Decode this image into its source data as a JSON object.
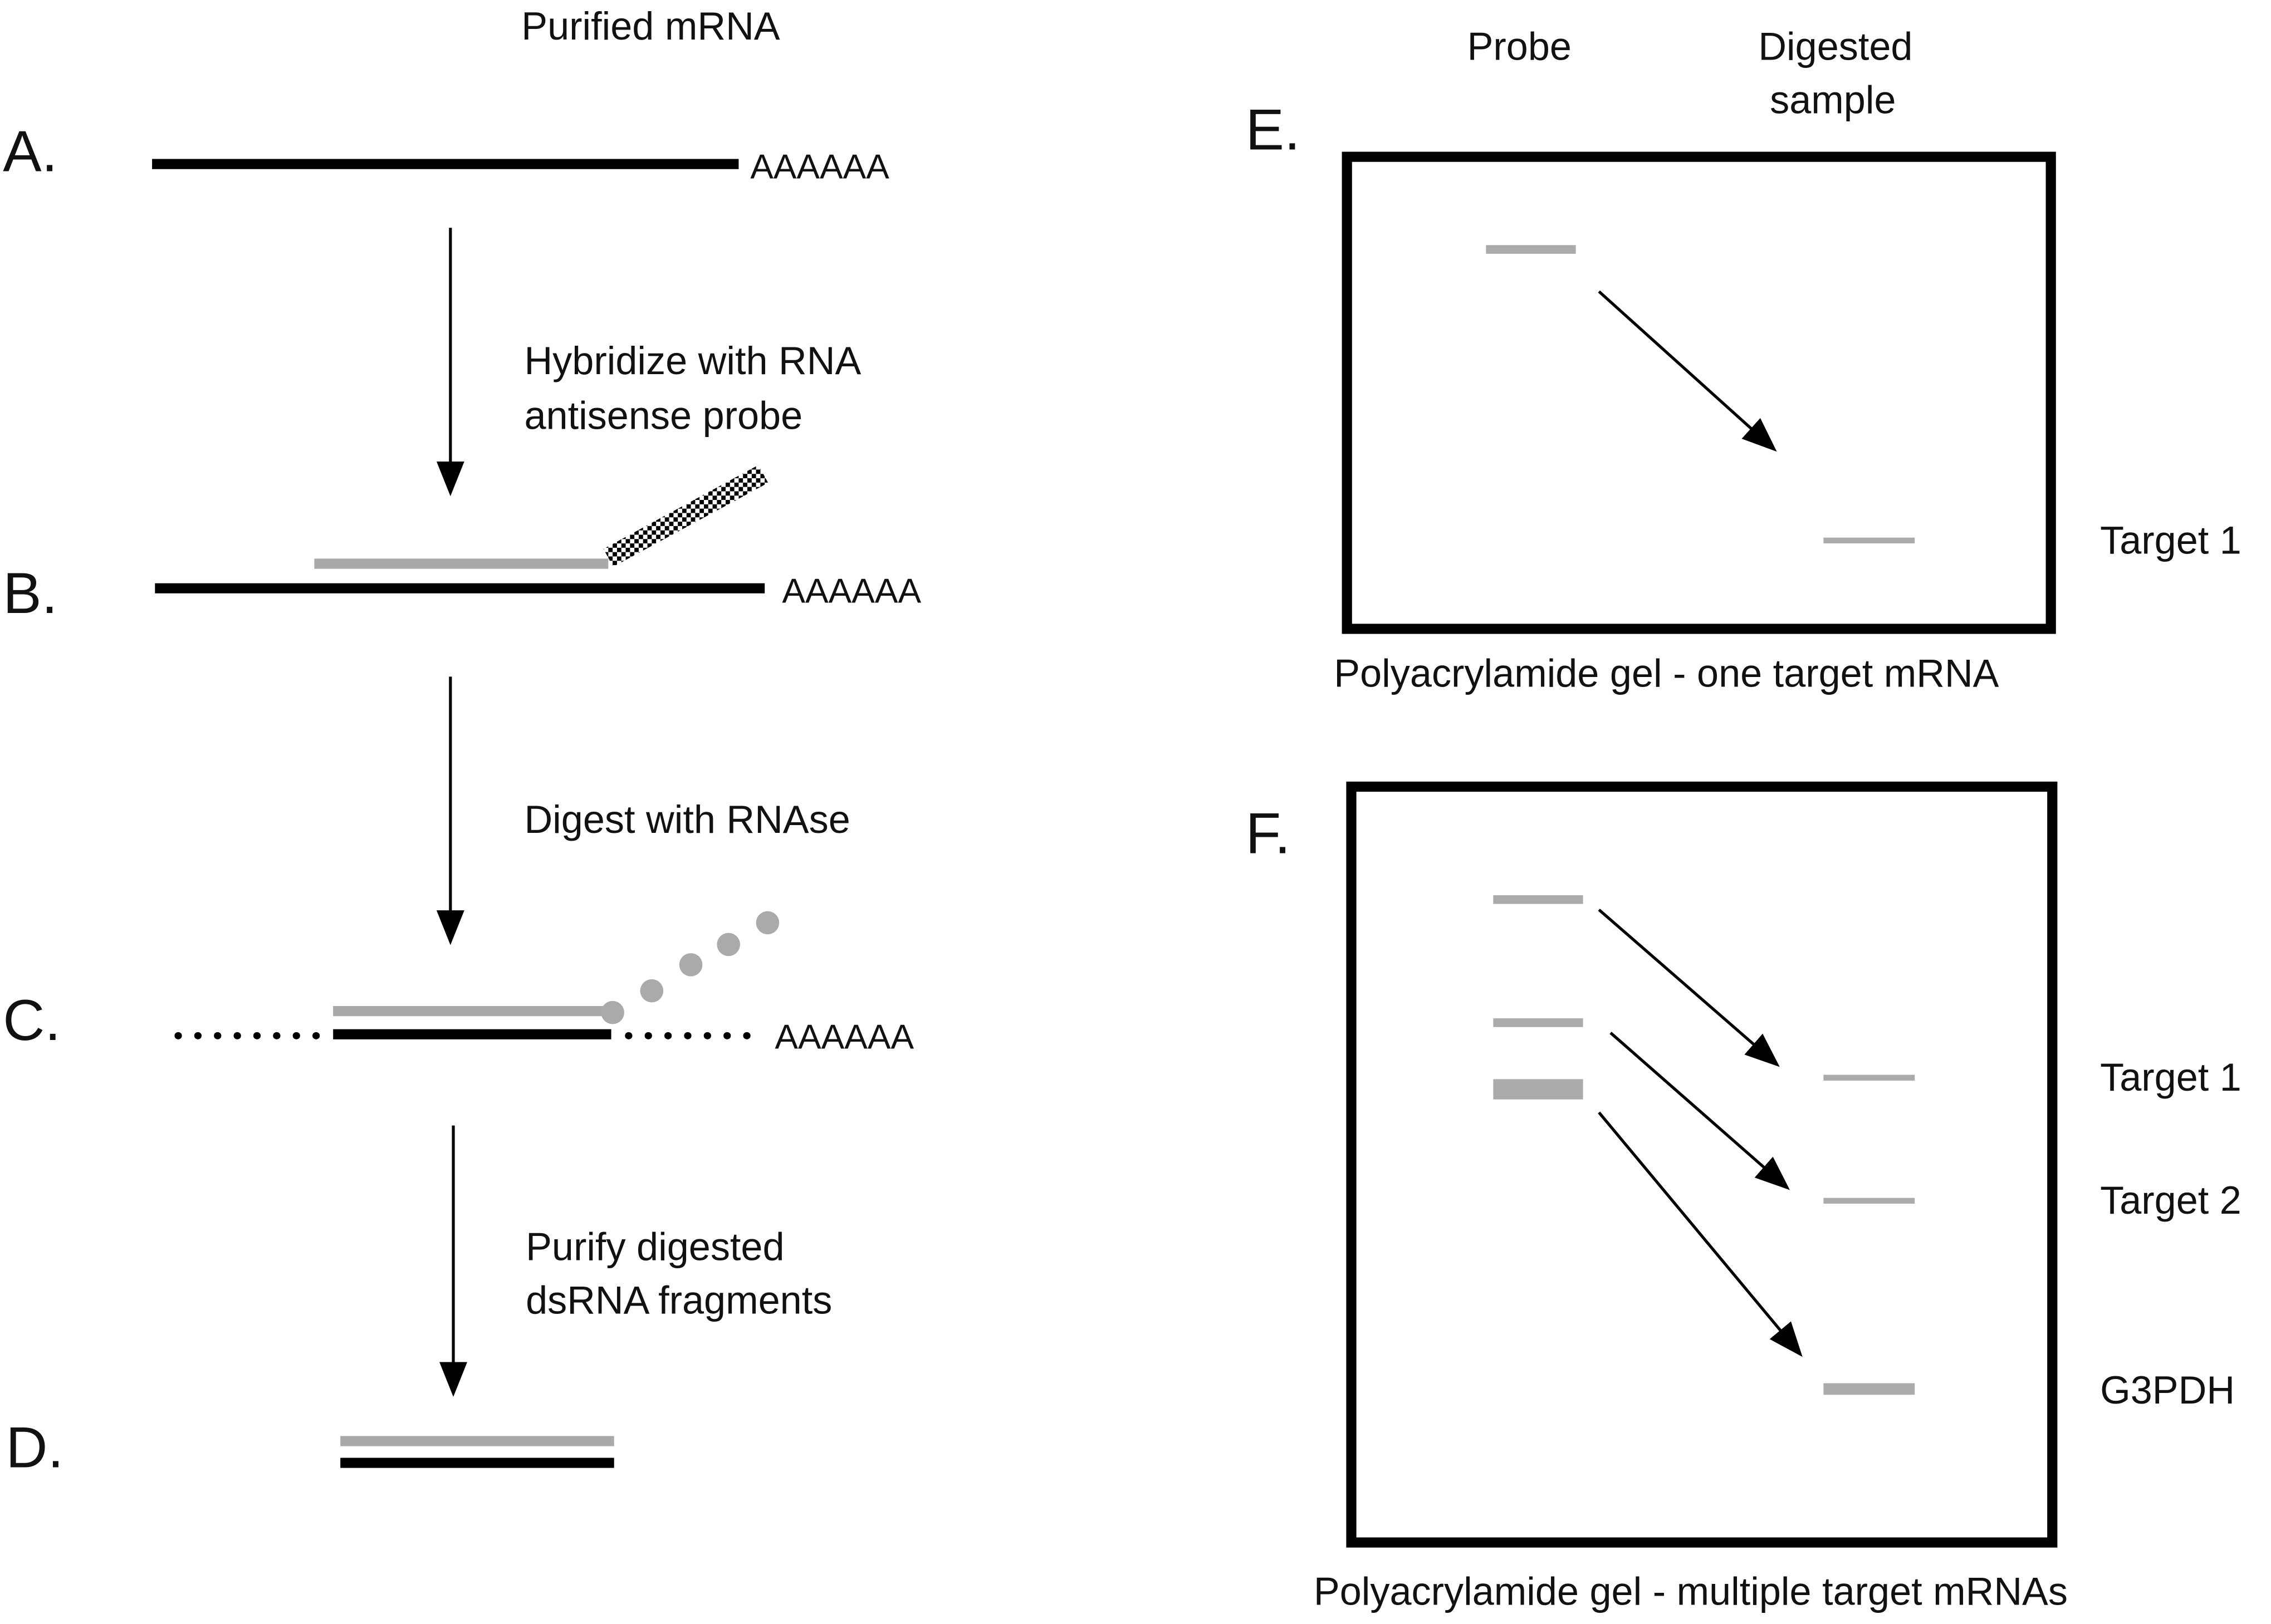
{
  "colors": {
    "mrna": "#000000",
    "probe": "#a9a9a9",
    "gel_border": "#000000",
    "band": "#ababab",
    "text": "#111111"
  },
  "left_panel": {
    "header": "Purified mRNA",
    "steps": [
      {
        "letter": "A.",
        "description": "mRNA strand with poly-A tail",
        "polyA": "AAAAAA"
      },
      {
        "letter": "B.",
        "description": "mRNA hybridized with labeled antisense probe",
        "polyA": "AAAAAA"
      },
      {
        "letter": "C.",
        "description": "Single-stranded regions digested",
        "polyA": "AAAAAA"
      },
      {
        "letter": "D.",
        "description": "Protected dsRNA fragment"
      }
    ],
    "transitions": [
      {
        "lines": [
          "Hybridize with RNA",
          "antisense probe"
        ]
      },
      {
        "lines": [
          "Digest with RNAse"
        ]
      },
      {
        "lines": [
          "Purify digested",
          "dsRNA fragments"
        ]
      }
    ]
  },
  "right_panel": {
    "column_headers": {
      "probe": "Probe",
      "digested": [
        "Digested",
        "sample"
      ]
    },
    "gels": [
      {
        "letter": "E.",
        "caption": "Polyacrylamide gel - one target mRNA",
        "probe_bands": [
          "Target 1 probe"
        ],
        "digested_bands": [
          {
            "label": "Target 1"
          }
        ]
      },
      {
        "letter": "F.",
        "caption": "Polyacrylamide gel - multiple target mRNAs",
        "probe_bands": [
          "Target 1 probe",
          "Target 2 probe",
          "G3PDH probe"
        ],
        "digested_bands": [
          {
            "label": "Target 1"
          },
          {
            "label": "Target 2"
          },
          {
            "label": "G3PDH"
          }
        ]
      }
    ]
  }
}
